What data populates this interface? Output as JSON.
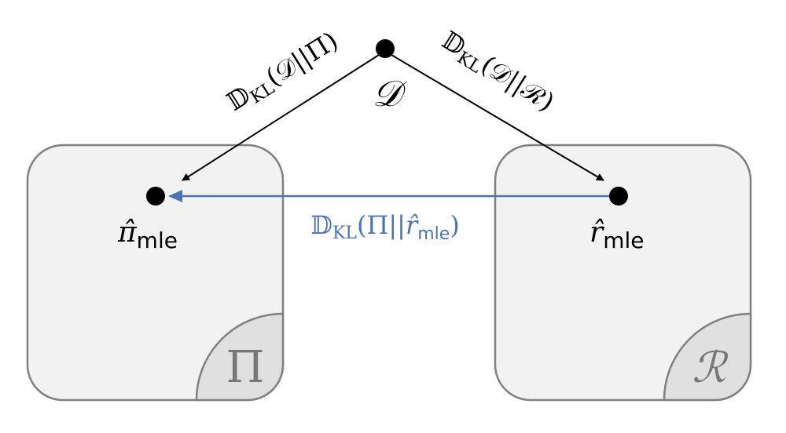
{
  "colors": {
    "box_fill": "#f2f2f2",
    "box_stroke": "#808080",
    "corner_fill": "#e0e0e0",
    "arrow_black": "#000000",
    "arrow_blue": "#4a74b4"
  },
  "nodes": {
    "data": {
      "label": "𝒟"
    },
    "pi_mle": {
      "label_main": "π̂",
      "label_sub": "mle"
    },
    "r_mle": {
      "label_main": "r̂",
      "label_sub": "mle"
    }
  },
  "sets": {
    "policy": {
      "label": "Π"
    },
    "reward": {
      "label": "ℛ"
    }
  },
  "edges": {
    "data_to_pi": {
      "prefix": "𝔻",
      "sub": "KL",
      "args": "(𝒟||Π)"
    },
    "data_to_r": {
      "prefix": "𝔻",
      "sub": "KL",
      "args": "(𝒟||ℛ)"
    },
    "r_to_pi": {
      "prefix": "𝔻",
      "sub": "KL",
      "args_open": "(Π||",
      "args_var": "r̂",
      "args_var_sub": "mle",
      "args_close": ")"
    }
  }
}
